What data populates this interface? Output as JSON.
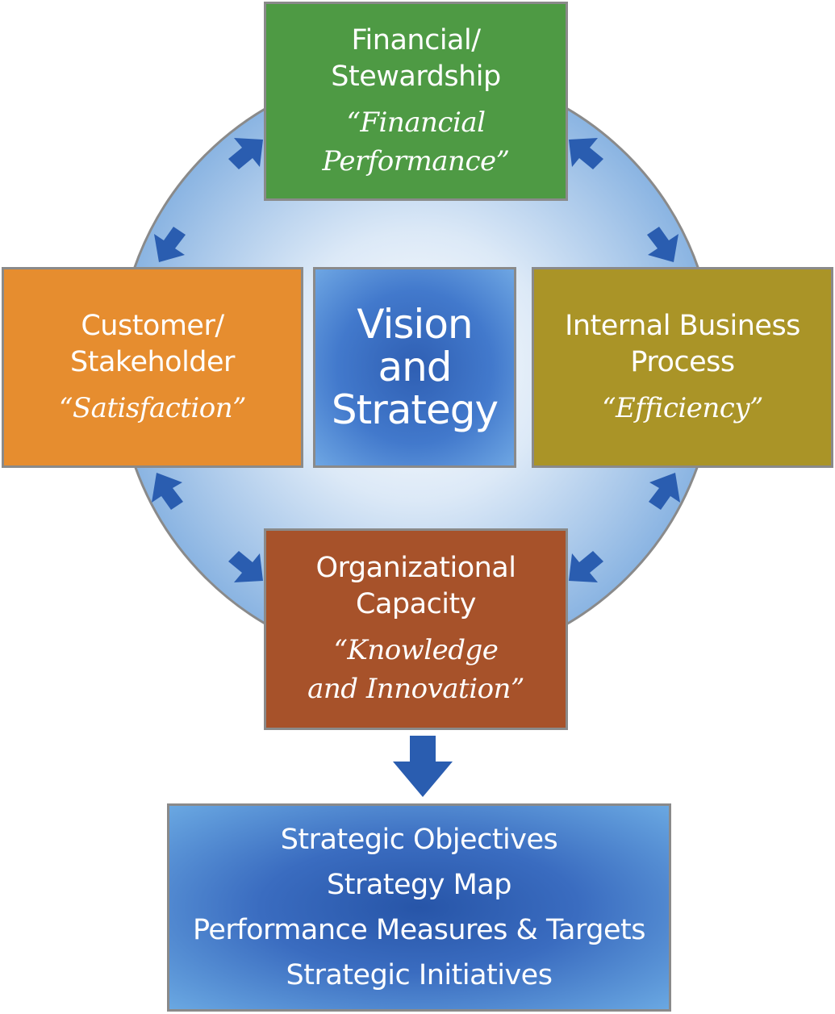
{
  "colors": {
    "financial": "#4e9a44",
    "customer": "#e68d2f",
    "internal": "#aa9427",
    "organizational": "#a7522a",
    "vision": "#2f5fb3",
    "arrow": "#2a5db0",
    "border": "#8a8a8a"
  },
  "financial": {
    "title_line1": "Financial/",
    "title_line2": "Stewardship",
    "quote_line1": "“Financial",
    "quote_line2": "Performance”"
  },
  "customer": {
    "title_line1": "Customer/",
    "title_line2": "Stakeholder",
    "quote_line1": "“Satisfaction”"
  },
  "internal": {
    "title_line1": "Internal Business",
    "title_line2": "Process",
    "quote_line1": "“Efficiency”"
  },
  "organizational": {
    "title_line1": "Organizational",
    "title_line2": "Capacity",
    "quote_line1": "“Knowledge",
    "quote_line2": "and Innovation”"
  },
  "vision": {
    "line1": "Vision",
    "line2": "and",
    "line3": "Strategy"
  },
  "bottom": {
    "lines": [
      "Strategic Objectives",
      "Strategy Map",
      "Performance Measures & Targets",
      "Strategic Initiatives"
    ]
  }
}
